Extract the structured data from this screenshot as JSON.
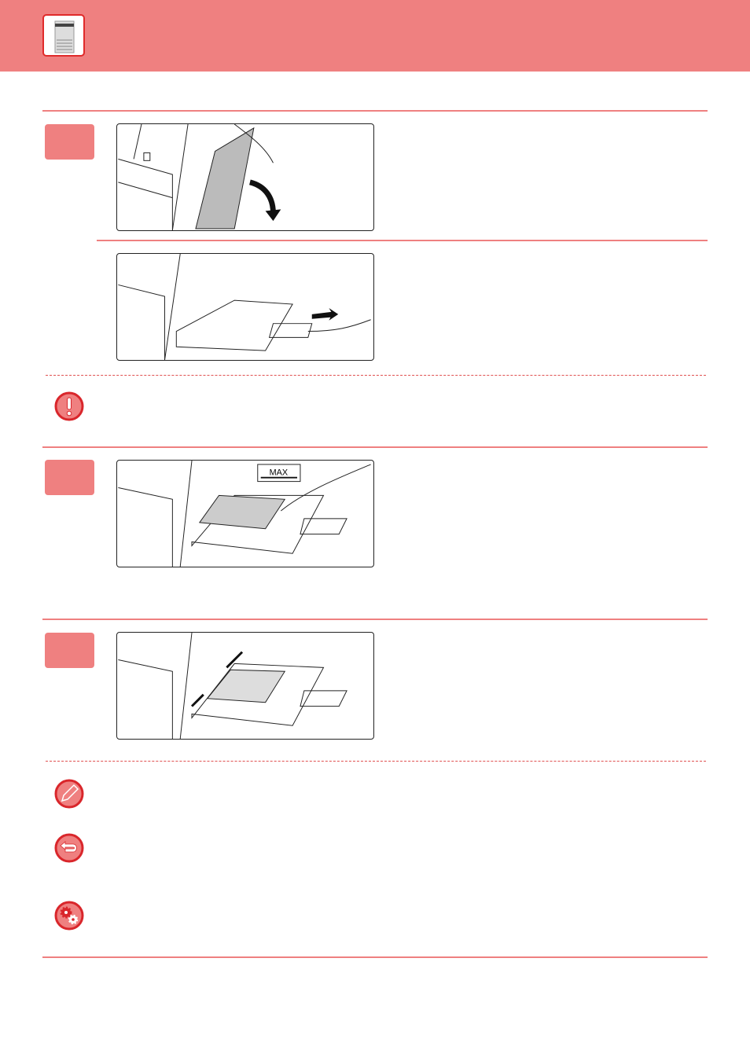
{
  "header": {
    "icon": "copier-icon"
  },
  "steps": [
    {
      "id": "step-1"
    },
    {
      "id": "step-2"
    },
    {
      "id": "step-3"
    }
  ],
  "figures": {
    "max_label": "MAX"
  },
  "icons": {
    "caution": "exclamation-icon",
    "note": "pencil-icon",
    "return": "return-arrow-icon",
    "settings": "gears-icon"
  },
  "colors": {
    "accent": "#ef8080",
    "icon_red": "#d9262b"
  }
}
